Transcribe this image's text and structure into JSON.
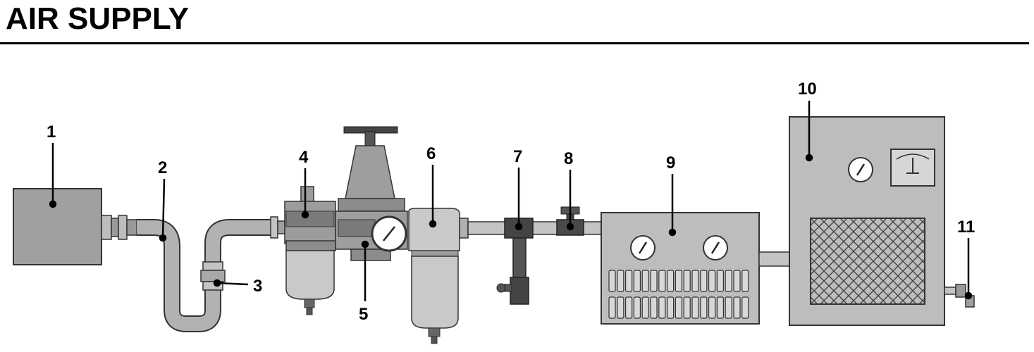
{
  "title": "AIR SUPPLY",
  "labels": {
    "n1": "1",
    "n2": "2",
    "n3": "3",
    "n4": "4",
    "n5": "5",
    "n6": "6",
    "n7": "7",
    "n8": "8",
    "n9": "9",
    "n10": "10",
    "n11": "11"
  },
  "colors": {
    "component_fill": "#a8a8a8",
    "light_fill": "#c8c8c8",
    "dark_fill": "#555555",
    "outline": "#333333"
  }
}
